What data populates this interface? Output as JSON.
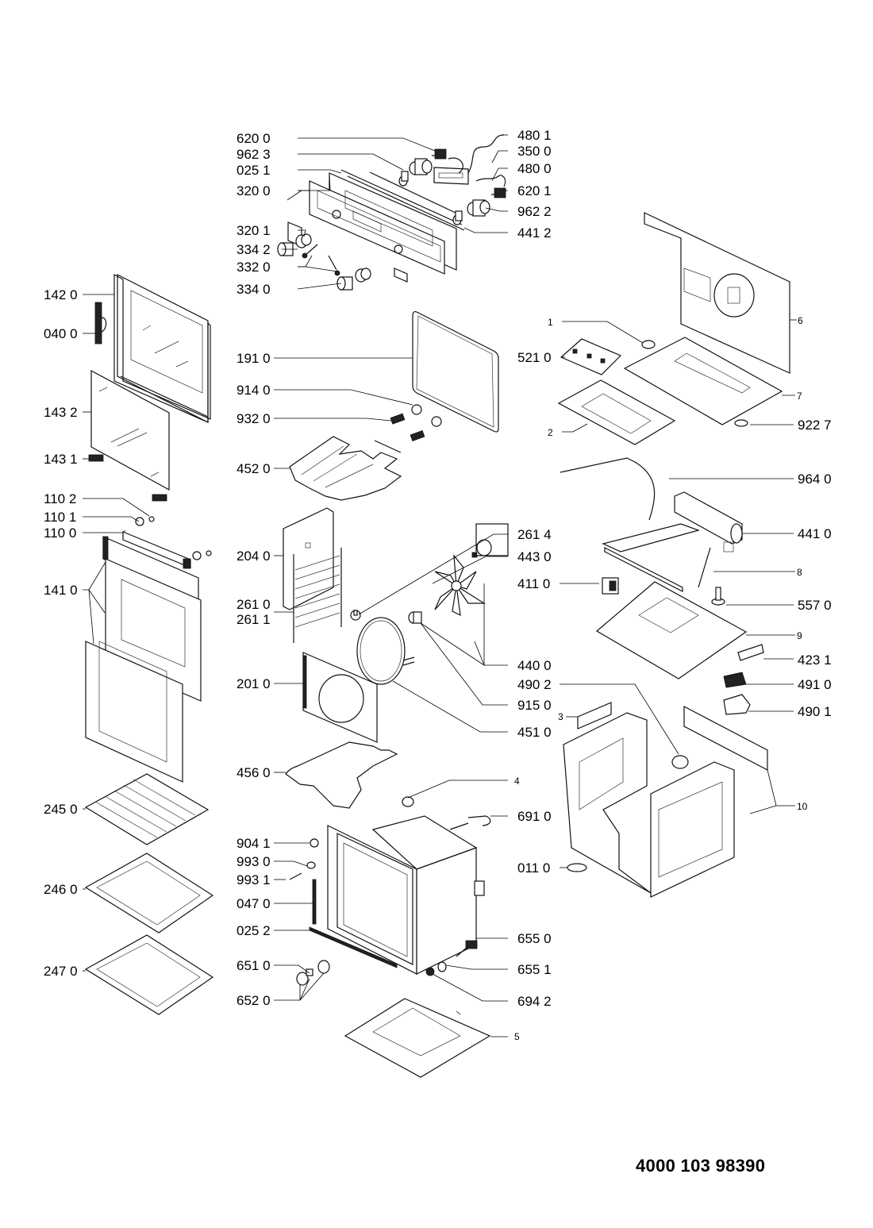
{
  "document": {
    "type": "exploded parts diagram",
    "subject": "built-in electric oven",
    "number": "4000 103 98390"
  },
  "labels": {
    "control_panel": {
      "p6200": "620 0",
      "p9623": "962 3",
      "p0251": "025 1",
      "p3200": "320 0",
      "p3201": "320 1",
      "p3342": "334 2",
      "p3320": "332 0",
      "p3340": "334 0",
      "p4801": "480 1",
      "p3500": "350 0",
      "p4800": "480 0",
      "p6201": "620 1",
      "p9622": "962 2",
      "p4412": "441 2"
    },
    "door": {
      "p1420": "142 0",
      "p0400": "040 0",
      "p1432": "143 2",
      "p1431": "143 1",
      "p1102": "110 2",
      "p1101": "110 1",
      "p1100": "110 0",
      "p1410": "141 0"
    },
    "accessories": {
      "p2450": "245 0",
      "p2460": "246 0",
      "p2470": "247 0"
    },
    "cavity_parts": {
      "p1910": "191 0",
      "p9140": "914 0",
      "p9320": "932 0",
      "p4520": "452 0",
      "p2040": "204 0",
      "p2610": "261 0",
      "p2611": "261 1",
      "p2010": "201 0",
      "p4560": "456 0",
      "p2614": "261 4",
      "p4430": "443 0",
      "p4400": "440 0",
      "p9150": "915 0",
      "p4510": "451 0",
      "p4": "4"
    },
    "cavity": {
      "p9041": "904 1",
      "p9930": "993 0",
      "p9931": "993 1",
      "p0470": "047 0",
      "p0252": "025 2",
      "p6510": "651 0",
      "p6520": "652 0",
      "p6910": "691 0",
      "p6550": "655 0",
      "p6551": "655 1",
      "p6942": "694 2",
      "p5": "5"
    },
    "top_assembly": {
      "p1": "1",
      "p5210": "521 0",
      "p2": "2",
      "p6": "6",
      "p7": "7",
      "p9227": "922 7"
    },
    "cooling": {
      "p9640": "964 0",
      "p4410": "441 0",
      "p8": "8",
      "p4110": "411 0",
      "p5570": "557 0",
      "p9": "9",
      "p4231": "423 1",
      "p4910": "491 0",
      "p4901": "490 1",
      "p4902": "490 2",
      "p3": "3"
    },
    "housing": {
      "p0110": "011 0",
      "p10": "10"
    }
  }
}
